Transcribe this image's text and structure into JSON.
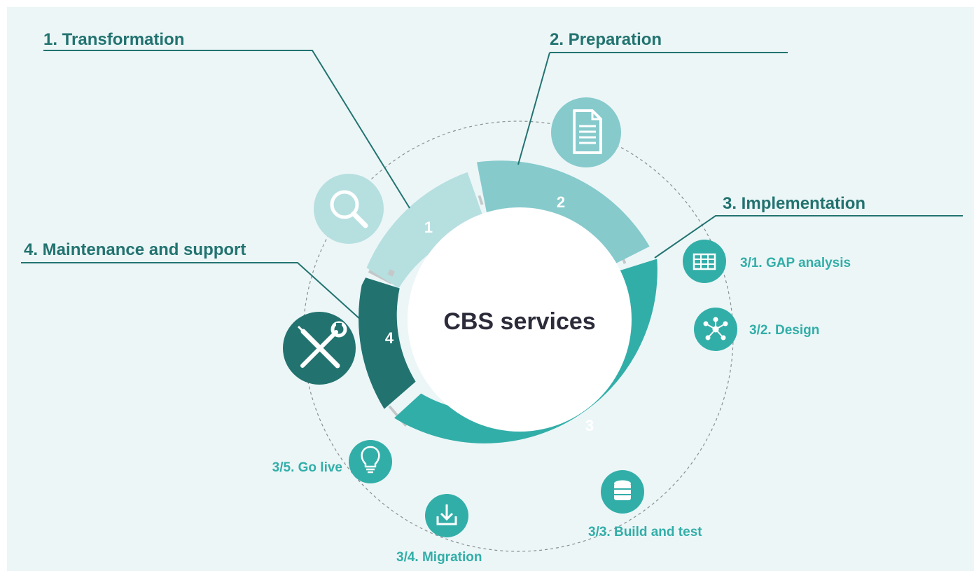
{
  "center": {
    "title": "CBS services"
  },
  "phases": [
    {
      "number": "1",
      "heading": "1. Transformation",
      "icon": "magnifier-icon",
      "color": "#b6dfe0"
    },
    {
      "number": "2",
      "heading": "2. Preparation",
      "icon": "document-icon",
      "color": "#86cacc"
    },
    {
      "number": "3",
      "heading": "3. Implementation",
      "icon": "",
      "color": "#32aea8"
    },
    {
      "number": "4",
      "heading": "4. Maintenance and support",
      "icon": "wrench-screwdriver-icon",
      "color": "#227370"
    }
  ],
  "substeps": [
    {
      "label": "3/1. GAP analysis",
      "icon": "table-grid-icon"
    },
    {
      "label": "3/2. Design",
      "icon": "network-nodes-icon"
    },
    {
      "label": "3/3. Build and test",
      "icon": "database-icon"
    },
    {
      "label": "3/4. Migration",
      "icon": "download-icon"
    },
    {
      "label": "3/5. Go live",
      "icon": "lightbulb-icon"
    }
  ],
  "colors": {
    "background": "#ecf6f7",
    "heading_text": "#227370",
    "substep_text": "#32aea8",
    "center_text": "#2b2b3a",
    "leader_line": "#227370",
    "dashed_orbit": "#8a8f92",
    "segment_gap": "#c4c8c9"
  }
}
